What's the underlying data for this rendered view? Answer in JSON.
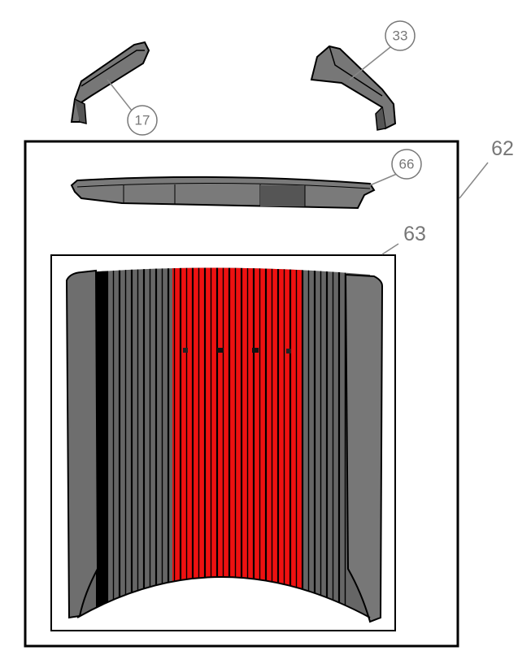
{
  "diagram": {
    "colors": {
      "highlight": "#ee1111",
      "part_gray": "#777777",
      "outline": "#000000",
      "label": "#777777"
    },
    "callouts": [
      {
        "id": "17",
        "label": "17",
        "style": "circled"
      },
      {
        "id": "33",
        "label": "33",
        "style": "circled"
      },
      {
        "id": "66",
        "label": "66",
        "style": "circled"
      },
      {
        "id": "62",
        "label": "62",
        "style": "plain"
      },
      {
        "id": "63",
        "label": "63",
        "style": "plain"
      }
    ],
    "highlighted_part": "63"
  }
}
